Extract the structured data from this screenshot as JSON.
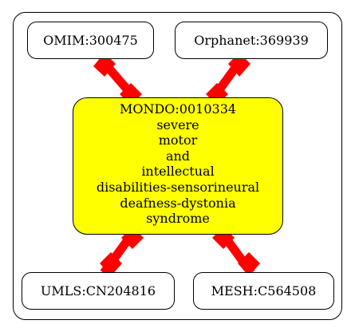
{
  "center": {
    "id": "MONDO:0010334",
    "label_lines": [
      "severe",
      "motor",
      "and",
      "intellectual",
      "disabilities-sensorineural",
      "deafness-dystonia",
      "syndrome"
    ]
  },
  "nodes": {
    "top_left": "OMIM:300475",
    "top_right": "Orphanet:369939",
    "bottom_left": "UMLS:CN204816",
    "bottom_right": "MESH:C564508"
  },
  "colors": {
    "center_fill": "#ffff00",
    "edge": "#ff0000",
    "border": "#000000"
  }
}
